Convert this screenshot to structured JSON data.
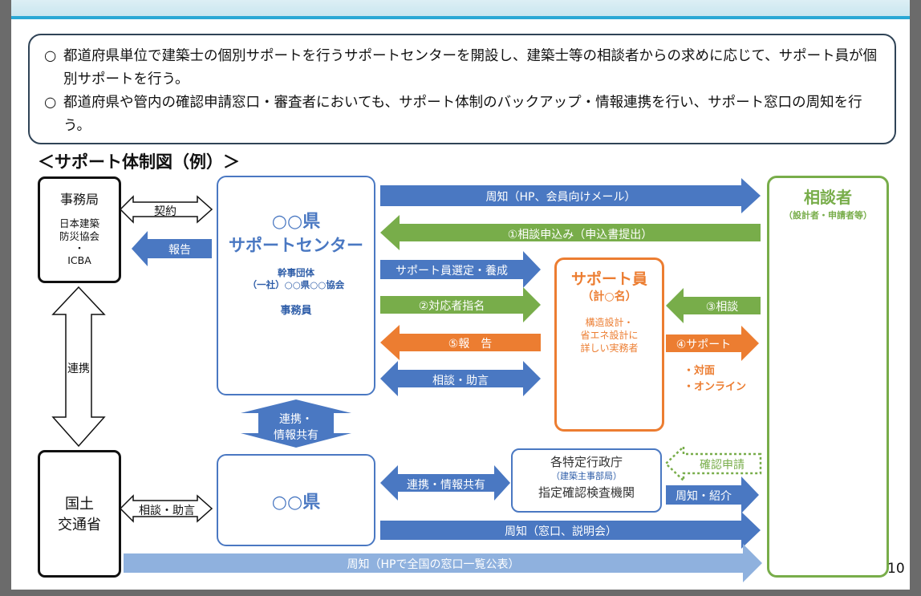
{
  "summary": {
    "lines": [
      {
        "mark": "○",
        "text": "都道府県単位で建築士の個別サポートを行うサポートセンターを開設し、建築士等の相談者からの求めに応じて、サポート員が個別サポートを行う。"
      },
      {
        "mark": "○",
        "text": "都道府県や管内の確認申請窓口・審査者においても、サポート体制のバックアップ・情報連携を行い、サポート窓口の周知を行う。"
      }
    ]
  },
  "section_title": "＜サポート体制図（例）＞",
  "secretariat": {
    "title": "事務局",
    "org1": "日本建築",
    "org2": "防災協会",
    "dot": "・",
    "org3": "ICBA"
  },
  "mlit": {
    "line1": "国土",
    "line2": "交通省"
  },
  "support_center": {
    "name1": "○○県",
    "name2": "サポートセンター",
    "leader_line1": "幹事団体",
    "leader_line2": "（一社）○○県○○協会",
    "staff": "事務員"
  },
  "prefecture": {
    "name": "○○県"
  },
  "supporter": {
    "title": "サポート員",
    "count": "（計○名）",
    "desc1": "構造設計・",
    "desc2": "省エネ設計に",
    "desc3": "詳しい実務者"
  },
  "agency": {
    "title": "各特定行政庁",
    "sub": "（建築主事部局）",
    "title2": "指定確認検査機関"
  },
  "consultant": {
    "title": "相談者",
    "sub": "（設計者・申請者等）"
  },
  "support_modes": {
    "mode1": "・対面",
    "mode2": "・オンライン"
  },
  "arrows": {
    "contract": "契約",
    "report": "報告",
    "cooperation": "連携",
    "consult_advice_left": "相談・助言",
    "coop_info_vertical1": "連携・",
    "coop_info_vertical2": "情報共有",
    "notice_hp": "周知（HP、会員向けメール）",
    "apply": "①相談申込み（申込書提出）",
    "select_train": "サポート員選定・養成",
    "assign": "②対応者指名",
    "report5": "⑤報　告",
    "consult_advice": "相談・助言",
    "consult3": "③相談",
    "support4": "④サポート",
    "coop_info": "連携・情報共有",
    "confirm_apply": "確認申請",
    "notice_intro": "周知・紹介",
    "notice_window": "周知（窓口、説明会）",
    "notice_national": "周知（HPで全国の窓口一覧公表）"
  },
  "page_number": "10",
  "colors": {
    "blue": "#4a78c2",
    "green": "#78ad4a",
    "orange": "#ec7d31",
    "light_blue": "#8fb1de",
    "dark_blue": "#2e5da8",
    "header": "#29a8d5"
  }
}
